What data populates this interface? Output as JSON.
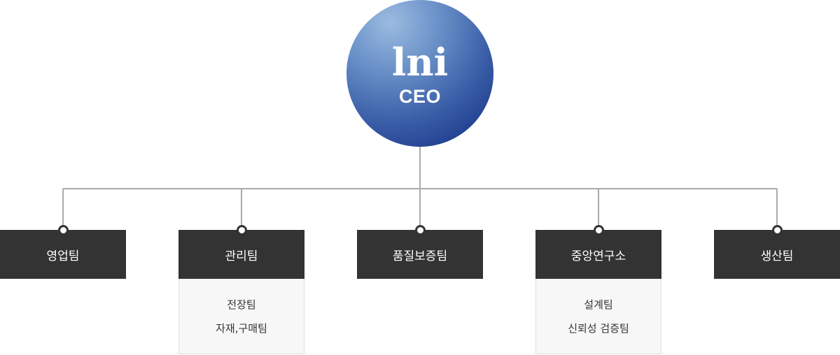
{
  "ceo": {
    "label": "CEO",
    "logo_text": "lni"
  },
  "teams": [
    {
      "name": "영업팀",
      "subteams": []
    },
    {
      "name": "관리팀",
      "subteams": [
        "전장팀",
        "자재,구매팀"
      ]
    },
    {
      "name": "품질보증팀",
      "subteams": []
    },
    {
      "name": "중앙연구소",
      "subteams": [
        "설계팀",
        "신뢰성 검증팀"
      ]
    },
    {
      "name": "생산팀",
      "subteams": []
    }
  ],
  "colors": {
    "team_box": "#333333",
    "sub_box": "#f7f7f7",
    "connector": "#aaaaaa",
    "ceo_gradient_light": "#9bbbe0",
    "ceo_gradient_dark": "#0f2c80"
  }
}
